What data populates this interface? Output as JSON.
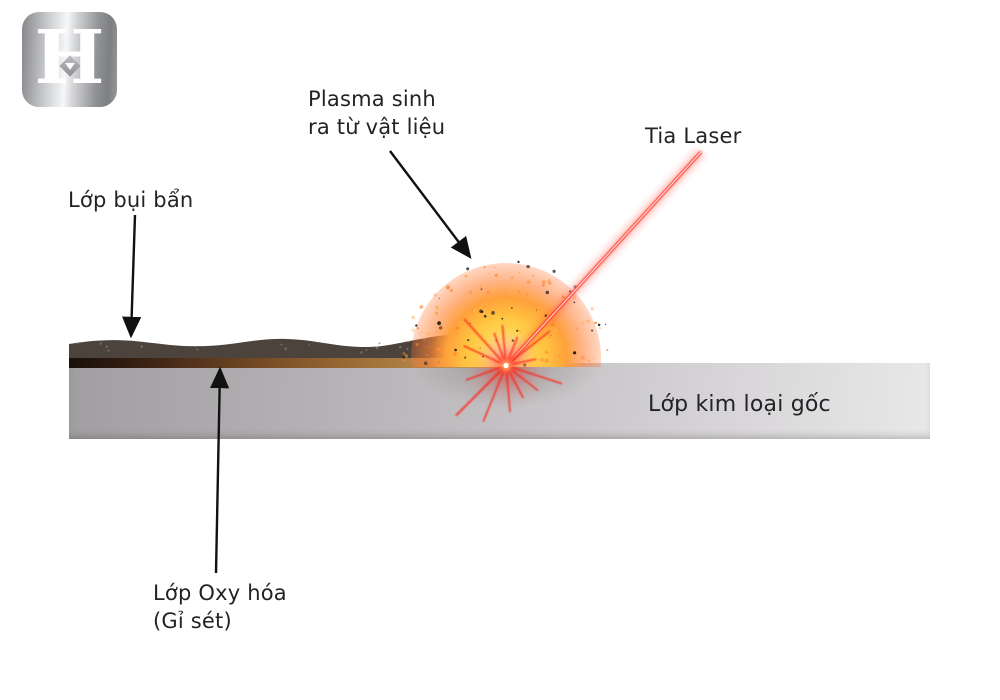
{
  "logo": {
    "letter": "H"
  },
  "labels": {
    "plasma": "Plasma sinh\nra từ vật liệu",
    "laser": "Tia Laser",
    "dirt": "Lớp bụi bẩn",
    "base_metal": "Lớp kim loại gốc",
    "oxide": "Lớp Oxy hóa\n(Gỉ sét)"
  },
  "colors": {
    "laser_red": "#ff2a1e",
    "plasma_core": "#fff0a0",
    "plasma_mid": "#ffbe3e",
    "plasma_outer": "#ff8438",
    "dirt_layer": "#4c433d",
    "rust_dark": "#1a100a",
    "rust_light": "#cfa96e",
    "metal_dark": "#a19ea1",
    "metal_light": "#e9e8e9",
    "arrow": "#111111",
    "text": "#232326",
    "background": "#ffffff"
  }
}
